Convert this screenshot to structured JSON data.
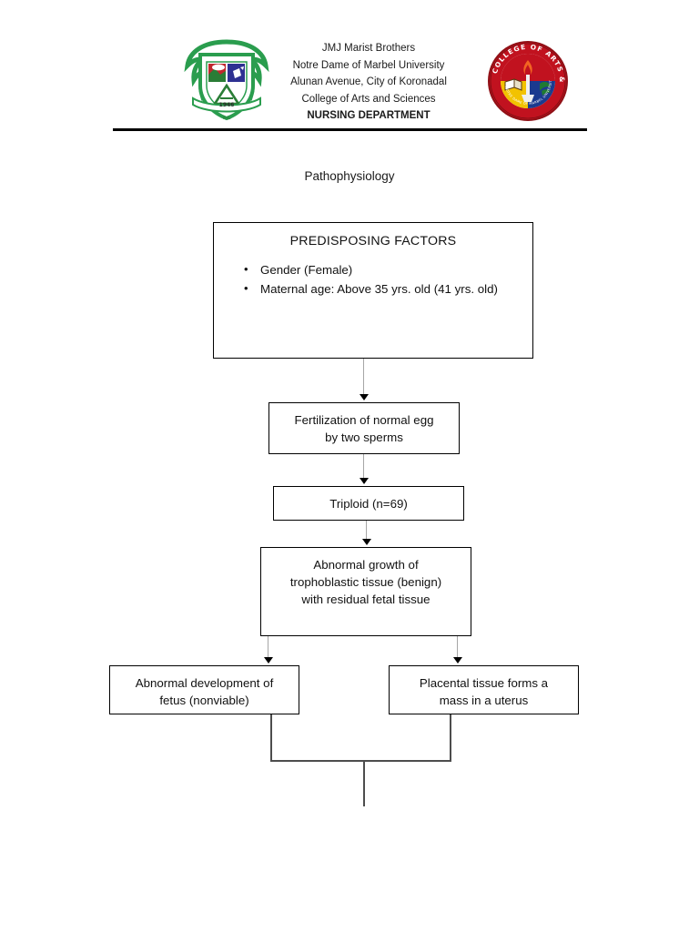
{
  "header": {
    "left_logo": {
      "name": "notre-dame-of-marbel-university-crest",
      "description": "shield crest with laurel wreath",
      "year": "1946"
    },
    "right_logo": {
      "name": "college-of-arts-and-sciences-seal",
      "ring_text": "COLLEGE OF ARTS & SCIENCES",
      "inner_text": "NOTRE DAME OF MARBEL UNIVERSITY"
    },
    "institution_lines": [
      {
        "text": "JMJ Marist Brothers",
        "bold": false
      },
      {
        "text": "Notre Dame of Marbel University",
        "bold": false
      },
      {
        "text": "Alunan Avenue, City of Koronadal",
        "bold": false
      },
      {
        "text": "College of Arts and Sciences",
        "bold": false
      },
      {
        "text": "NURSING DEPARTMENT",
        "bold": true
      }
    ]
  },
  "document": {
    "title": "Pathophysiology"
  },
  "flowchart": {
    "nodes": {
      "predisposing": {
        "heading": "PREDISPOSING FACTORS",
        "factors": [
          "Gender (Female)",
          "Maternal age: Above 35 yrs. old (41 yrs. old)"
        ]
      },
      "fertilization": {
        "line1": "Fertilization of normal egg",
        "line2": "by two sperms"
      },
      "triploid": {
        "line1": "Triploid (n=69)"
      },
      "abnormal_growth": {
        "line1": "Abnormal growth of",
        "line2": "trophoblastic tissue (benign)",
        "line3": "with residual fetal tissue"
      },
      "fetus": {
        "line1": "Abnormal development of",
        "line2": "fetus (nonviable)"
      },
      "placenta": {
        "line1": "Placental tissue forms a",
        "line2": "mass in a uterus"
      }
    }
  },
  "colors": {
    "text": "#111111",
    "border": "#000000",
    "connector": "#a6a6a6",
    "join": "#4d4d4d",
    "crest_green": "#2a9d4e",
    "crest_red": "#c0272d",
    "crest_blue": "#2e3192",
    "seal_red": "#c1121f",
    "seal_yellow": "#f2c200",
    "seal_blue": "#1b3a8f",
    "seal_green": "#1f7a33"
  }
}
